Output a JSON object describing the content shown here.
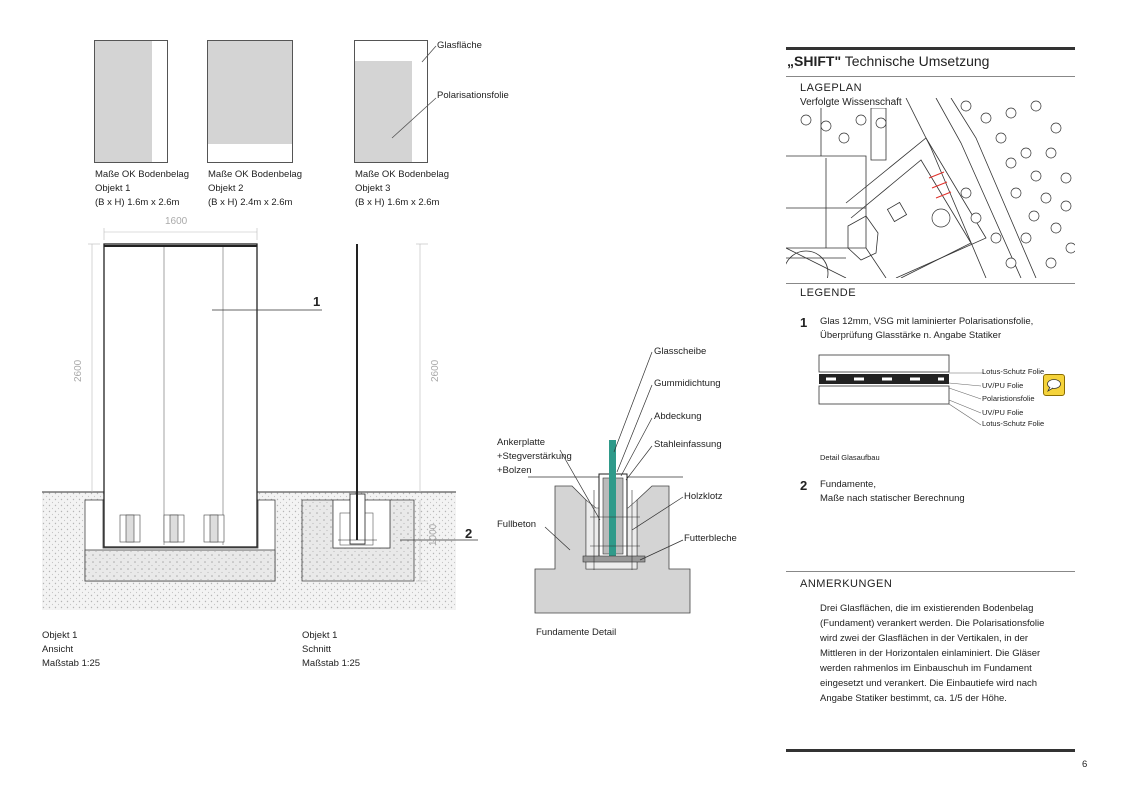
{
  "panels": [
    {
      "lines": [
        "Maße OK Bodenbelag",
        "Objekt 1",
        "(B x H) 1.6m x 2.6m"
      ]
    },
    {
      "lines": [
        "Maße OK Bodenbelag",
        "Objekt 2",
        "(B x H) 2.4m x 2.6m"
      ]
    },
    {
      "lines": [
        "Maße OK Bodenbelag",
        "Objekt 3",
        "(B x H) 1.6m x 2.6m"
      ]
    }
  ],
  "panel_labels": {
    "glas": "Glasfläche",
    "folie": "Polarisationsfolie"
  },
  "dims": {
    "width": "1600",
    "height_left": "2600",
    "height_right": "2600",
    "depth": "1000"
  },
  "markers": {
    "one": "1",
    "two": "2"
  },
  "captions": {
    "ansicht": [
      "Objekt 1",
      "Ansicht",
      "Maßstab 1:25"
    ],
    "schnitt": [
      "Objekt 1",
      "Schnitt",
      "Maßstab 1:25"
    ],
    "detail": "Fundamente Detail"
  },
  "detail_labels": {
    "glasscheibe": "Glasscheibe",
    "gummi": "Gummidichtung",
    "abdeckung": "Abdeckung",
    "stahl": "Stahleinfassung",
    "anker1": "Ankerplatte",
    "anker2": "+Stegverstärkung",
    "anker3": "+Bolzen",
    "holz": "Holzklotz",
    "fullbeton": "Fullbeton",
    "futter": "Futterbleche"
  },
  "sidebar": {
    "title_bold": "„SHIFT\"",
    "title_rest": " Technische Umsetzung",
    "lageplan": "LAGEPLAN",
    "lageplan_sub": "Verfolgte Wissenschaft",
    "legende": "LEGENDE",
    "legend1_num": "1",
    "legend1_lines": [
      "Glas 12mm, VSG mit laminierter Polarisationsfolie,",
      "Überprüfung Glasstärke n. Angabe Statiker"
    ],
    "layers": [
      "Lotus-Schutz Folie",
      "UV/PU Folie",
      "Polaristionsfolie",
      "UV/PU Folie",
      "Lotus-Schutz Folie"
    ],
    "detail_caption": "Detail Glasaufbau",
    "legend2_num": "2",
    "legend2_lines": [
      "Fundamente,",
      "Maße nach statischer Berechnung"
    ],
    "anmerkungen": "ANMERKUNGEN",
    "notes": [
      "Drei Glasflächen, die im existierenden Bodenbelag",
      "(Fundament) verankert werden. Die Polarisationsfolie",
      "wird zwei der Glasflächen in der Vertikalen, in der",
      "Mittleren in der Horizontalen einlaminiert. Die Gläser",
      "werden rahmenlos im Einbauschuh im Fundament",
      "eingesetzt und verankert. Die Einbautiefe wird nach",
      "Angabe Statiker bestimmt, ca. 1/5 der Höhe."
    ]
  },
  "page_number": "6",
  "colors": {
    "accent_red": "#e0302a",
    "glass_green": "#2f9a8a",
    "grey_fill": "#d4d4d4",
    "comment_yellow": "#f5d33b"
  }
}
